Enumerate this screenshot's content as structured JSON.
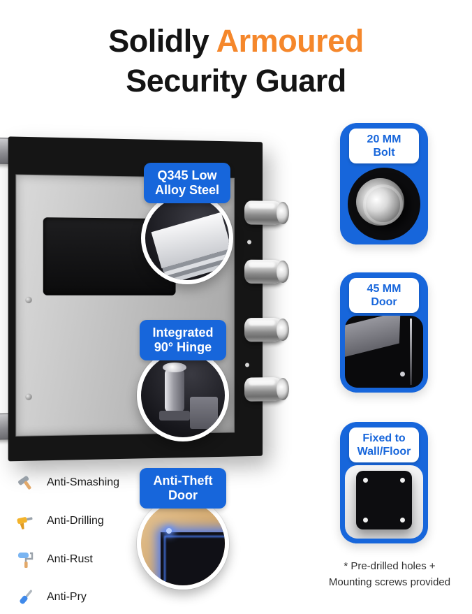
{
  "title": {
    "black1": "Solidly",
    "orange": "Armoured",
    "line2": "Security Guard"
  },
  "callouts": [
    {
      "line1": "Q345 Low",
      "line2": "Alloy Steel"
    },
    {
      "line1": "Integrated",
      "line2": "90° Hinge"
    },
    {
      "line1": "Anti-Theft",
      "line2": "Door"
    }
  ],
  "cards": [
    {
      "line1": "20 MM",
      "line2": "Bolt"
    },
    {
      "line1": "45 MM",
      "line2": "Door"
    },
    {
      "line1": "Fixed to",
      "line2": "Wall/Floor"
    }
  ],
  "features": [
    {
      "label": "Anti-Smashing",
      "icon": "hammer-icon"
    },
    {
      "label": "Anti-Drilling",
      "icon": "drill-icon"
    },
    {
      "label": "Anti-Rust",
      "icon": "paint-roller-icon"
    },
    {
      "label": "Anti-Pry",
      "icon": "screwdriver-icon"
    }
  ],
  "footnote": {
    "line1": "* Pre-drilled holes +",
    "line2": "Mounting screws provided"
  },
  "colors": {
    "accent_blue": "#1766DB",
    "accent_orange": "#F5872B"
  }
}
